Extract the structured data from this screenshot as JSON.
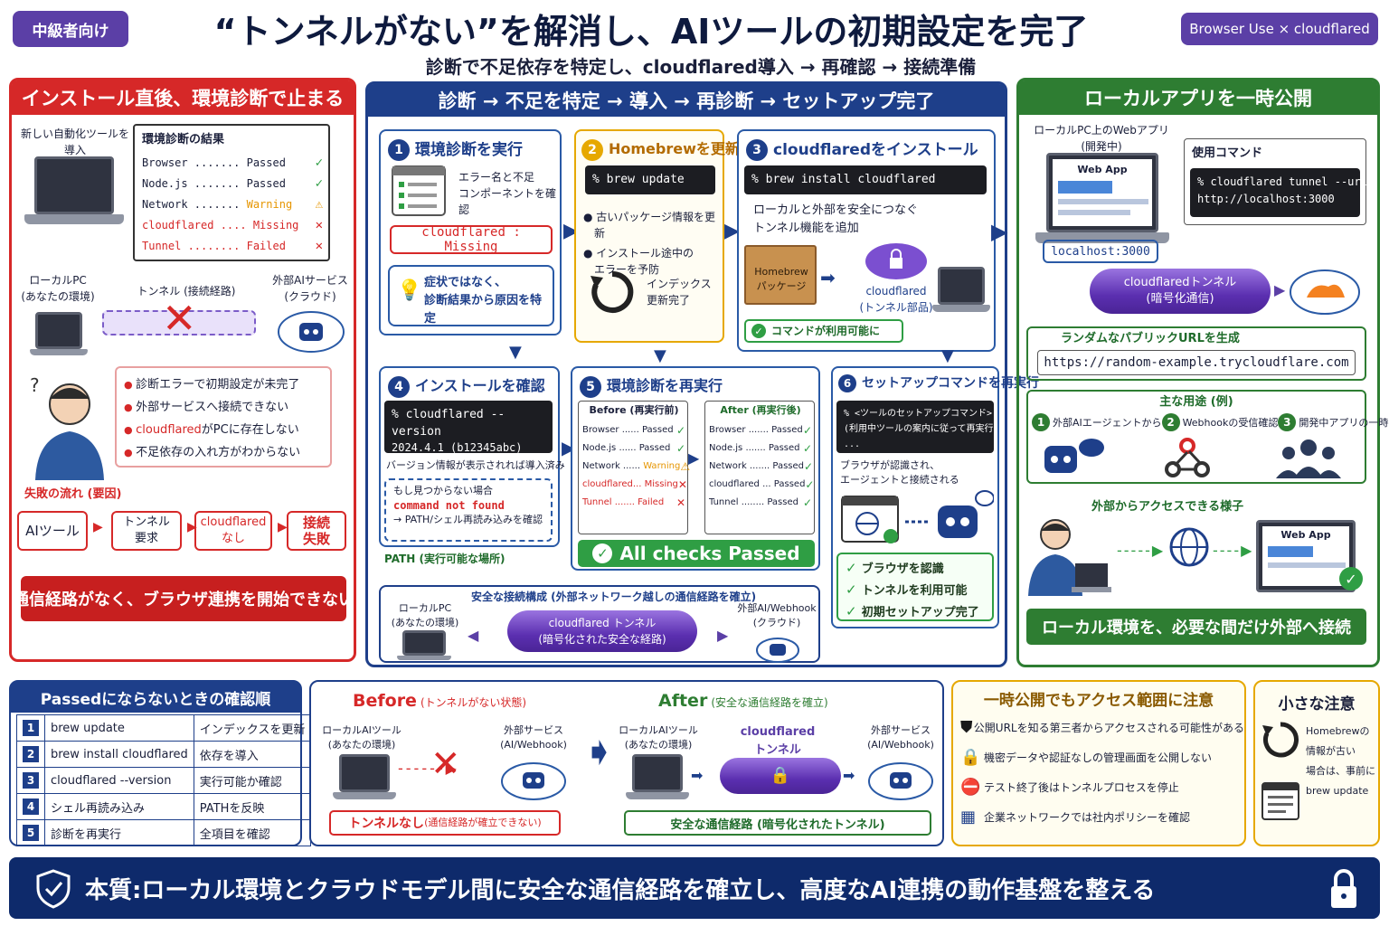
{
  "header": {
    "level_badge": "中級者向け",
    "title": "“トンネルがない”を解消し、AIツールの初期設定を完了",
    "subtitle": "診断で不足依存を特定し、cloudflared導入 → 再確認 → 接続準備",
    "brand_badge": "Browser Use × cloudflared"
  },
  "left": {
    "title": "インストール直後、環境診断で止まる",
    "tool_label": "新しい自動化ツールを導入",
    "result_title": "環境診断の結果",
    "results": [
      {
        "text": "Browser ....... Passed",
        "status": "ok"
      },
      {
        "text": "Node.js ....... Passed",
        "status": "ok"
      },
      {
        "text": "Network ....... Warning",
        "status": "warn"
      },
      {
        "text": "cloudflared .... Missing",
        "status": "bad"
      },
      {
        "text": "Tunnel ........ Failed",
        "status": "bad"
      }
    ],
    "local_pc": "ローカルPC\n(あなたの環境)",
    "tunnel_label": "トンネル (接続経路)",
    "external": "外部AIサービス\n(クラウド)",
    "issues": [
      "診断エラーで初期設定が未完了",
      "外部サービスへ接続できない",
      "cloudflaredがPCに存在しない",
      "不足依存の入れ方がわからない"
    ],
    "flow_label": "失敗の流れ (要因)",
    "flow": [
      "AIツール",
      "トンネル\n要求",
      "cloudflared\nなし",
      "接続\n失敗"
    ],
    "bottom": "通信経路がなく、ブラウザ連携を開始できない"
  },
  "center": {
    "title": "診断 → 不足を特定 → 導入 → 再診断 → セットアップ完了",
    "s1": {
      "title": "環境診断を実行",
      "desc": "エラー名と不足\nコンポーネントを確認",
      "missing": "cloudflared : Missing",
      "tip": "症状ではなく、\n診断結果から原因を特定"
    },
    "s2": {
      "title": "Homebrewを更新",
      "cmd": "% brew update",
      "bullets": [
        "古いパッケージ情報を更新",
        "インストール途中の\nエラーを予防"
      ],
      "done": "インデックス\n更新完了"
    },
    "s3": {
      "title": "cloudflaredをインストール",
      "cmd": "% brew install cloudflared",
      "desc": "ローカルと外部を安全につなぐ\nトンネル機能を追加",
      "pkg": "Homebrew\nパッケージ",
      "part": "cloudflared\n(トンネル部品)",
      "ok": "コマンドが利用可能に"
    },
    "s4": {
      "title": "インストールを確認",
      "term": [
        "% cloudflared --version",
        "2024.4.1 (b12345abc)",
        "..."
      ],
      "desc": "バージョン情報が表示されれば導入済み",
      "note": [
        "もし見つからない場合",
        "command not found",
        "→ PATH/シェル再読み込みを確認"
      ],
      "path": "PATH (実行可能な場所)"
    },
    "s5": {
      "title": "環境診断を再実行",
      "before": "Before (再実行前)",
      "after": "After (再実行後)",
      "before_rows": [
        {
          "text": "Browser ...... Passed",
          "status": "ok"
        },
        {
          "text": "Node.js ...... Passed",
          "status": "ok"
        },
        {
          "text": "Network ...... Warning",
          "status": "warn"
        },
        {
          "text": "cloudflared... Missing",
          "status": "bad"
        },
        {
          "text": "Tunnel ....... Failed",
          "status": "bad"
        }
      ],
      "after_rows": [
        {
          "text": "Browser ....... Passed",
          "status": "ok"
        },
        {
          "text": "Node.js ....... Passed",
          "status": "ok"
        },
        {
          "text": "Network ....... Passed",
          "status": "ok"
        },
        {
          "text": "cloudflared ... Passed",
          "status": "ok"
        },
        {
          "text": "Tunnel ........ Passed",
          "status": "ok"
        }
      ],
      "all": "All checks Passed"
    },
    "s6": {
      "title": "セットアップコマンドを再実行",
      "term": [
        "% <ツールのセットアップコマンド>",
        "(利用中ツールの案内に従って再実行)",
        "..."
      ],
      "desc": "ブラウザが認識され、\nエージェントと接続される",
      "checks": [
        "ブラウザを認識",
        "トンネルを利用可能",
        "初期セットアップ完了"
      ]
    },
    "secure": {
      "title": "安全な接続構成 (外部ネットワーク越しの通信経路を確立)",
      "local": "ローカルPC\n(あなたの環境)",
      "tube": "cloudflared トンネル\n(暗号化された安全な経路)",
      "ext": "外部AI/Webhook\n(クラウド)"
    }
  },
  "right": {
    "title": "ローカルアプリを一時公開",
    "app_label": "ローカルPC上のWebアプリ\n(開発中)",
    "webapp": "Web App",
    "cmd_title": "使用コマンド",
    "cmd": [
      "% cloudflared tunnel --url",
      "http://localhost:3000"
    ],
    "localhost": "localhost:3000",
    "tube": "cloudflaredトンネル\n(暗号化通信)",
    "url_title": "ランダムなパブリックURLを生成",
    "url": "https://random-example.trycloudflare.com",
    "uses_title": "主な用途 (例)",
    "uses": [
      "外部AIエージェントから",
      "Webhookの受信確認",
      "開発中アプリの一時共有"
    ],
    "access_title": "外部からアクセスできる様子",
    "webapp2": "Web App",
    "bottom": "ローカル環境を、必要な間だけ外部へ接続"
  },
  "checklist": {
    "title": "Passedにならないときの確認順",
    "rows": [
      [
        "1",
        "brew update",
        "インデックスを更新"
      ],
      [
        "2",
        "brew install cloudflared",
        "依存を導入"
      ],
      [
        "3",
        "cloudflared --version",
        "実行可能か確認"
      ],
      [
        "4",
        "シェル再読み込み",
        "PATHを反映"
      ],
      [
        "5",
        "診断を再実行",
        "全項目を確認"
      ]
    ]
  },
  "compare": {
    "before_title": "Before",
    "before_sub": "(トンネルがない状態)",
    "after_title": "After",
    "after_sub": "(安全な通信経路を確立)",
    "local": "ローカルAIツール\n(あなたの環境)",
    "ext": "外部サービス\n(AI/Webhook)",
    "local2": "ローカルAIツール\n(あなたの環境)",
    "ext2": "外部サービス\n(AI/Webhook)",
    "tunnel": "cloudflared\nトンネル",
    "before_note": "トンネルなし",
    "before_note_sub": "(通信経路が確立できない)",
    "after_note": "安全な通信経路 (暗号化されたトンネル)"
  },
  "caution": {
    "title": "一時公開でもアクセス範囲に注意",
    "items": [
      "公開URLを知る第三者からアクセスされる可能性がある",
      "機密データや認証なしの管理画面を公開しない",
      "テスト終了後はトンネルプロセスを停止",
      "企業ネットワークでは社内ポリシーを確認"
    ]
  },
  "note": {
    "title": "小さな注意",
    "text": "Homebrewの\n情報が古い\n場合は、事前に\nbrew update"
  },
  "footer": {
    "text": "本質:ローカル環境とクラウドモデル間に安全な通信経路を確立し、高度なAI連携の動作基盤を整える"
  },
  "colors": {
    "red": "#d62828",
    "blue": "#1e3f8a",
    "green": "#2e7d32",
    "purple": "#5b3fa6",
    "orange": "#e69500",
    "navy": "#0e2a6b"
  }
}
